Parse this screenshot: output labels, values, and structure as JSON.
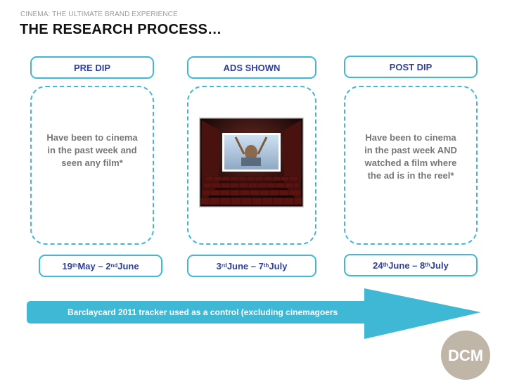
{
  "header": {
    "kicker": "CINEMA: THE ULTIMATE BRAND EXPERIENCE",
    "title": "THE RESEARCH PROCESS…"
  },
  "stages": [
    {
      "label": "PRE DIP",
      "description": [
        "Have been to cinema",
        "in the past week and",
        "seen any film*"
      ],
      "dates": {
        "d1": "19",
        "s1": "th",
        "m1": " May – 2",
        "s2": "nd",
        "m2": " June"
      }
    },
    {
      "label": "ADS SHOWN",
      "dates": {
        "d1": "3",
        "s1": "rd",
        "m1": " June – 7",
        "s2": "th",
        "m2": " July"
      }
    },
    {
      "label": "POST DIP",
      "description": [
        "Have been to cinema",
        "in the past week AND",
        "watched a film where",
        "the ad is in the reel*"
      ],
      "dates": {
        "d1": "24",
        "s1": "th",
        "m1": " June – 8",
        "s2": "th",
        "m2": " July"
      }
    }
  ],
  "arrow_text": "Barclaycard 2011 tracker used as a control (excluding cinemagoers",
  "logo": {
    "text": "DCM",
    "color": "#bfb6a8"
  },
  "colors": {
    "accent_blue": "#3fb8d6",
    "label_navy": "#2f3f9e",
    "description_grey": "#777777"
  }
}
